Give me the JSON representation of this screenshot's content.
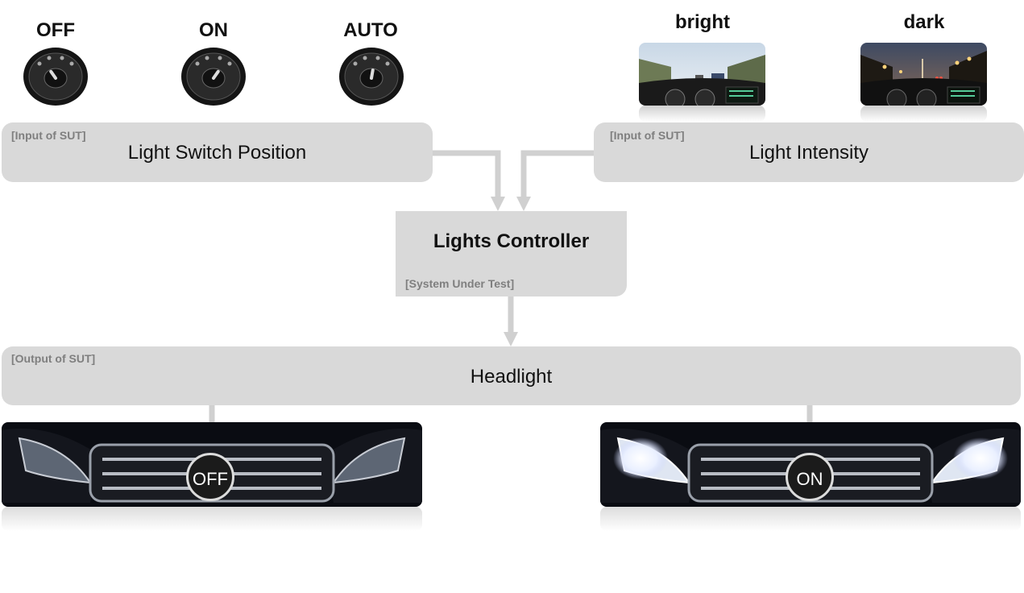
{
  "switch_positions": [
    {
      "label": "OFF"
    },
    {
      "label": "ON"
    },
    {
      "label": "AUTO"
    }
  ],
  "intensity_images": [
    {
      "label": "bright"
    },
    {
      "label": "dark"
    }
  ],
  "input_switch": {
    "tag": "[Input of SUT]",
    "title": "Light Switch Position"
  },
  "input_intensity": {
    "tag": "[Input of SUT]",
    "title": "Light Intensity"
  },
  "controller": {
    "title": "Lights Controller",
    "tag": "[System Under Test]"
  },
  "output": {
    "tag": "[Output of SUT]",
    "title": "Headlight"
  },
  "headlight_states": [
    {
      "badge": "OFF"
    },
    {
      "badge": "ON"
    }
  ],
  "colors": {
    "box_fill": "#d9d9d9",
    "tag_text": "#7f7f7f",
    "arrow": "#d0d0d0",
    "badge_fill": "#1b1b1b"
  }
}
